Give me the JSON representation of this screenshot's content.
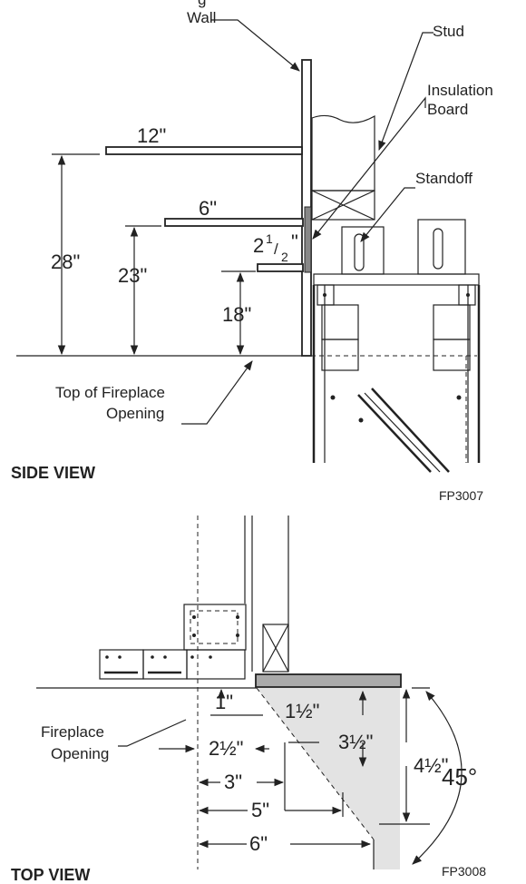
{
  "side_view": {
    "label_wall_partial": "g",
    "label_wall": "Wall",
    "label_stud": "Stud",
    "label_insulation_1": "Insulation",
    "label_insulation_2": "Board",
    "label_standoff": "Standoff",
    "shelf_top": "12\"",
    "shelf_mid": "6\"",
    "shelf_low_whole": "2",
    "shelf_low_num": "1",
    "shelf_low_slash": "/",
    "shelf_low_den": "2",
    "shelf_low_mark": "\"",
    "dim_28": "28\"",
    "dim_23": "23\"",
    "dim_18": "18\"",
    "label_top_opening_1": "Top of Fireplace",
    "label_top_opening_2": "Opening",
    "title": "SIDE VIEW",
    "fig_code": "FP3007"
  },
  "top_view": {
    "dim_1": "1\"",
    "dim_1_5": "1½\"",
    "dim_3_5": "3½\"",
    "dim_4_5": "4½\"",
    "dim_2_5": "2½\"",
    "dim_3": "3\"",
    "dim_5": "5\"",
    "dim_6": "6\"",
    "angle": "45°",
    "label_opening_1": "Fireplace",
    "label_opening_2": "Opening",
    "title": "TOP VIEW",
    "fig_code": "FP3008"
  }
}
